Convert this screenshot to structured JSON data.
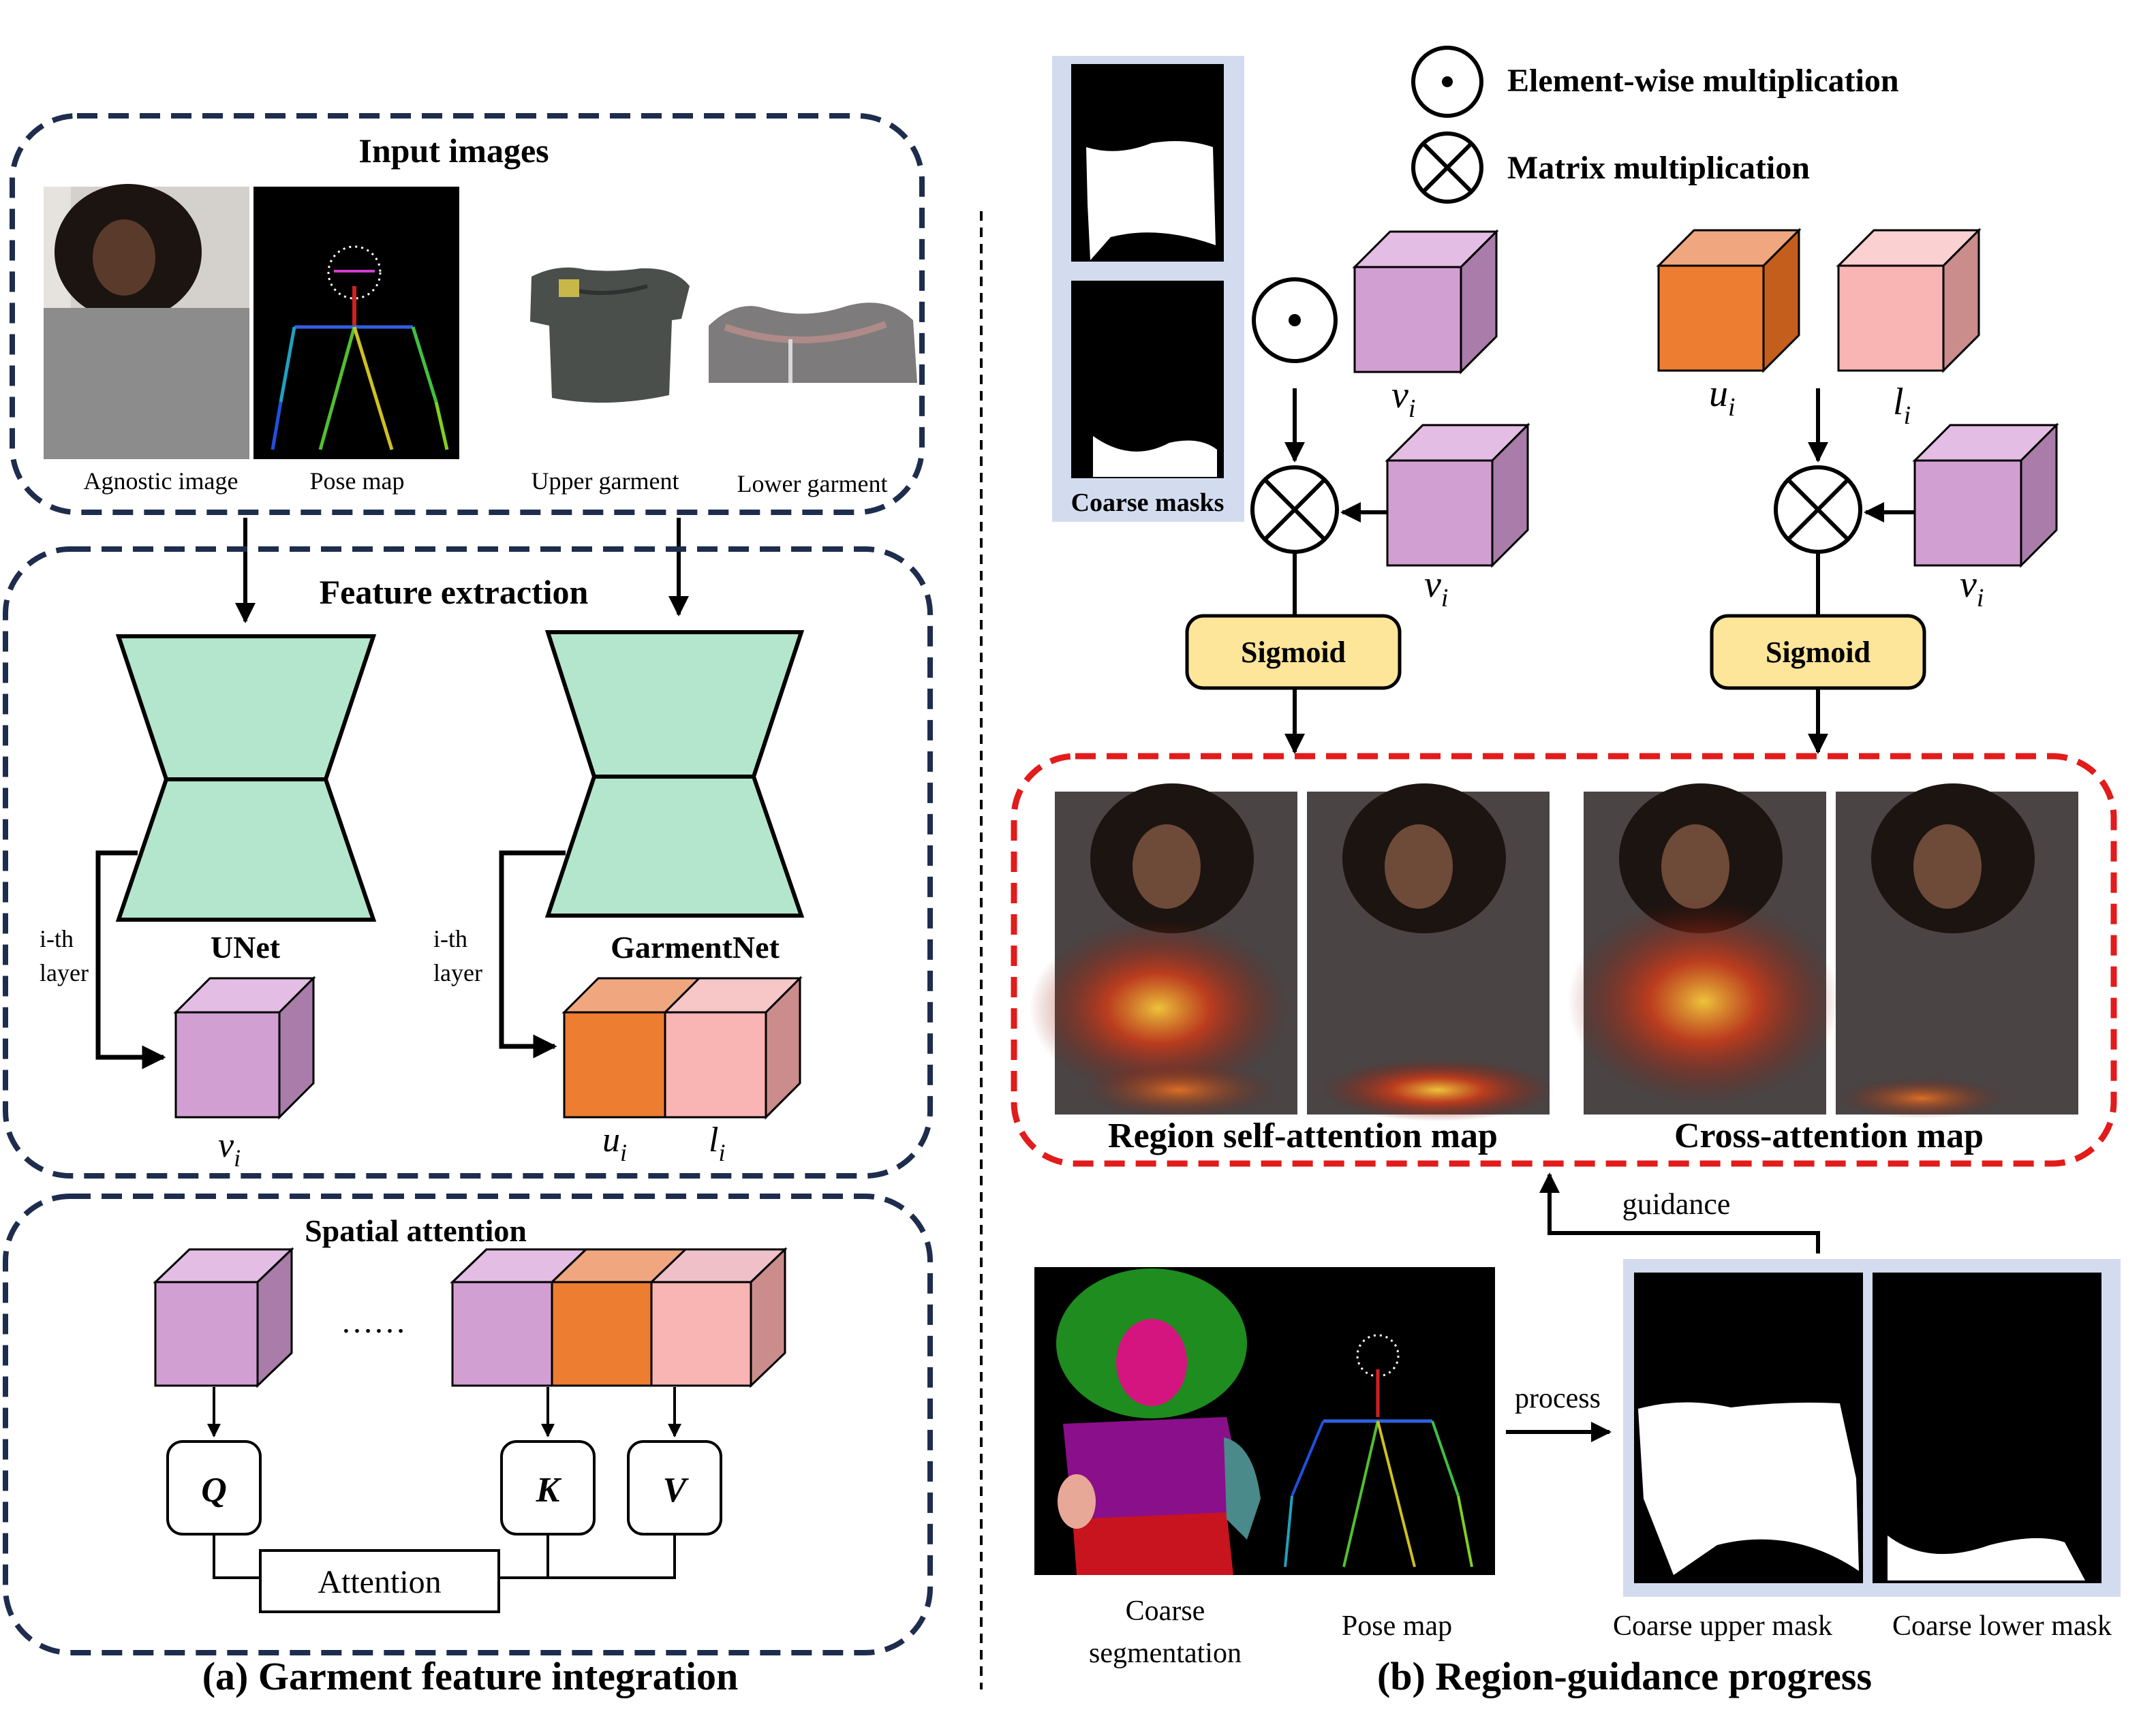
{
  "panel_a": {
    "input_section": {
      "title": "Input images",
      "captions": {
        "agnostic": "Agnostic image",
        "pose": "Pose map",
        "upper": "Upper garment",
        "lower": "Lower garment"
      }
    },
    "feature_section": {
      "title": "Feature extraction",
      "unet_label": "UNet",
      "garmentnet_label": "GarmentNet",
      "layer_label_1": "i-th",
      "layer_label_2": "layer",
      "v_label": "v",
      "u_label": "u",
      "l_label": "l",
      "subscript": "i"
    },
    "attention_section": {
      "title": "Spatial attention",
      "dots": "……",
      "q_label": "Q",
      "k_label": "K",
      "v_label": "V",
      "attention_label": "Attention"
    },
    "caption": "(a)  Garment feature integration"
  },
  "panel_b": {
    "legend": {
      "elementwise": "Element-wise multiplication",
      "matrix": "Matrix multiplication"
    },
    "coarse_masks_label": "Coarse masks",
    "sigmoid_left": "Sigmoid",
    "sigmoid_right": "Sigmoid",
    "labels": {
      "v": "v",
      "u": "u",
      "l": "l",
      "subscript": "i"
    },
    "region_self_attention": "Region self-attention map",
    "cross_attention": "Cross-attention map",
    "guidance": "guidance",
    "process": "process",
    "bottom_captions": {
      "seg_1": "Coarse",
      "seg_2": "segmentation",
      "pose": "Pose map",
      "upper_mask": "Coarse upper mask",
      "lower_mask": "Coarse lower mask"
    },
    "caption": "(b)  Region-guidance progress"
  },
  "colors": {
    "box_border": "#1e2d4d",
    "red_border": "#e21b1b",
    "purple": "#d29fd3",
    "orange": "#ed7d31",
    "pink": "#f9b4b4",
    "mint": "#b3e6cc",
    "sigmoid": "#fde59a",
    "mask_frame": "#d3dcef"
  }
}
